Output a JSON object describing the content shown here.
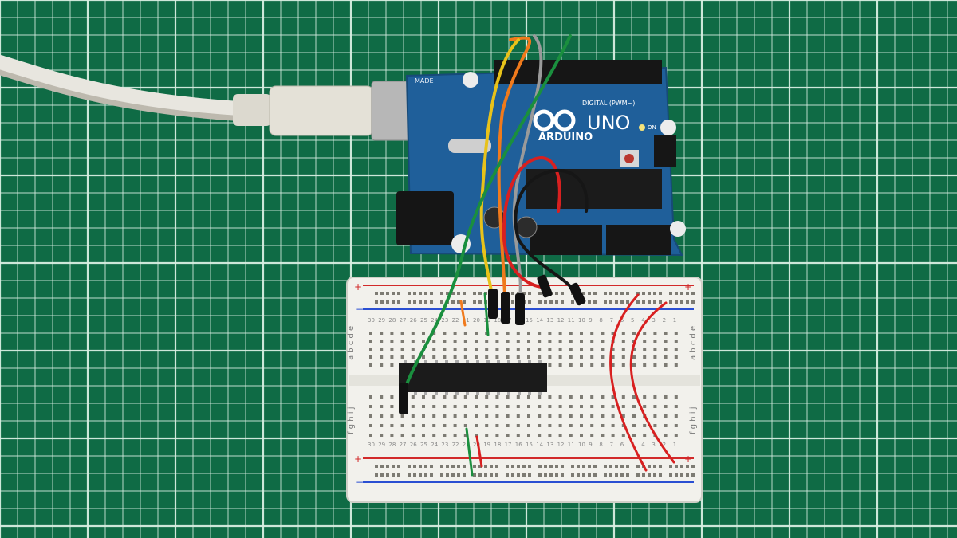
{
  "scene": {
    "colors": {
      "mat": "#0f6b45",
      "mat_grid": "#d8eee2",
      "board": "#1f5f9a",
      "breadboard": "#f2f1ec",
      "rail_red": "#d22a2a",
      "rail_blue": "#2a4fd2",
      "usb_cable": "#e8e6df",
      "chip": "#1b1b1b"
    },
    "arduino": {
      "logo_text": "ARDUINO",
      "model_text": "UNO",
      "header_label": "DIGITAL (PWM~)",
      "made_label": "MADE",
      "on_label": "ON"
    },
    "breadboard": {
      "plus_sign": "+",
      "minus_sign": "−",
      "row_letters_top": "a b c d e",
      "row_letters_bottom": "f g h i j",
      "col_numbers_top": [
        "30",
        "29",
        "28",
        "27",
        "26",
        "25",
        "24",
        "23",
        "22",
        "21",
        "20",
        "19",
        "18",
        "17",
        "16",
        "15",
        "14",
        "13",
        "12",
        "11",
        "10",
        "9",
        "8",
        "7",
        "6",
        "5",
        "4",
        "3",
        "2",
        "1"
      ],
      "col_numbers_bottom": [
        "30",
        "29",
        "28",
        "27",
        "26",
        "25",
        "24",
        "23",
        "22",
        "21",
        "20",
        "19",
        "18",
        "17",
        "16",
        "15",
        "14",
        "13",
        "12",
        "11",
        "10",
        "9",
        "8",
        "7",
        "6",
        "5",
        "4",
        "3",
        "2",
        "1"
      ]
    }
  }
}
